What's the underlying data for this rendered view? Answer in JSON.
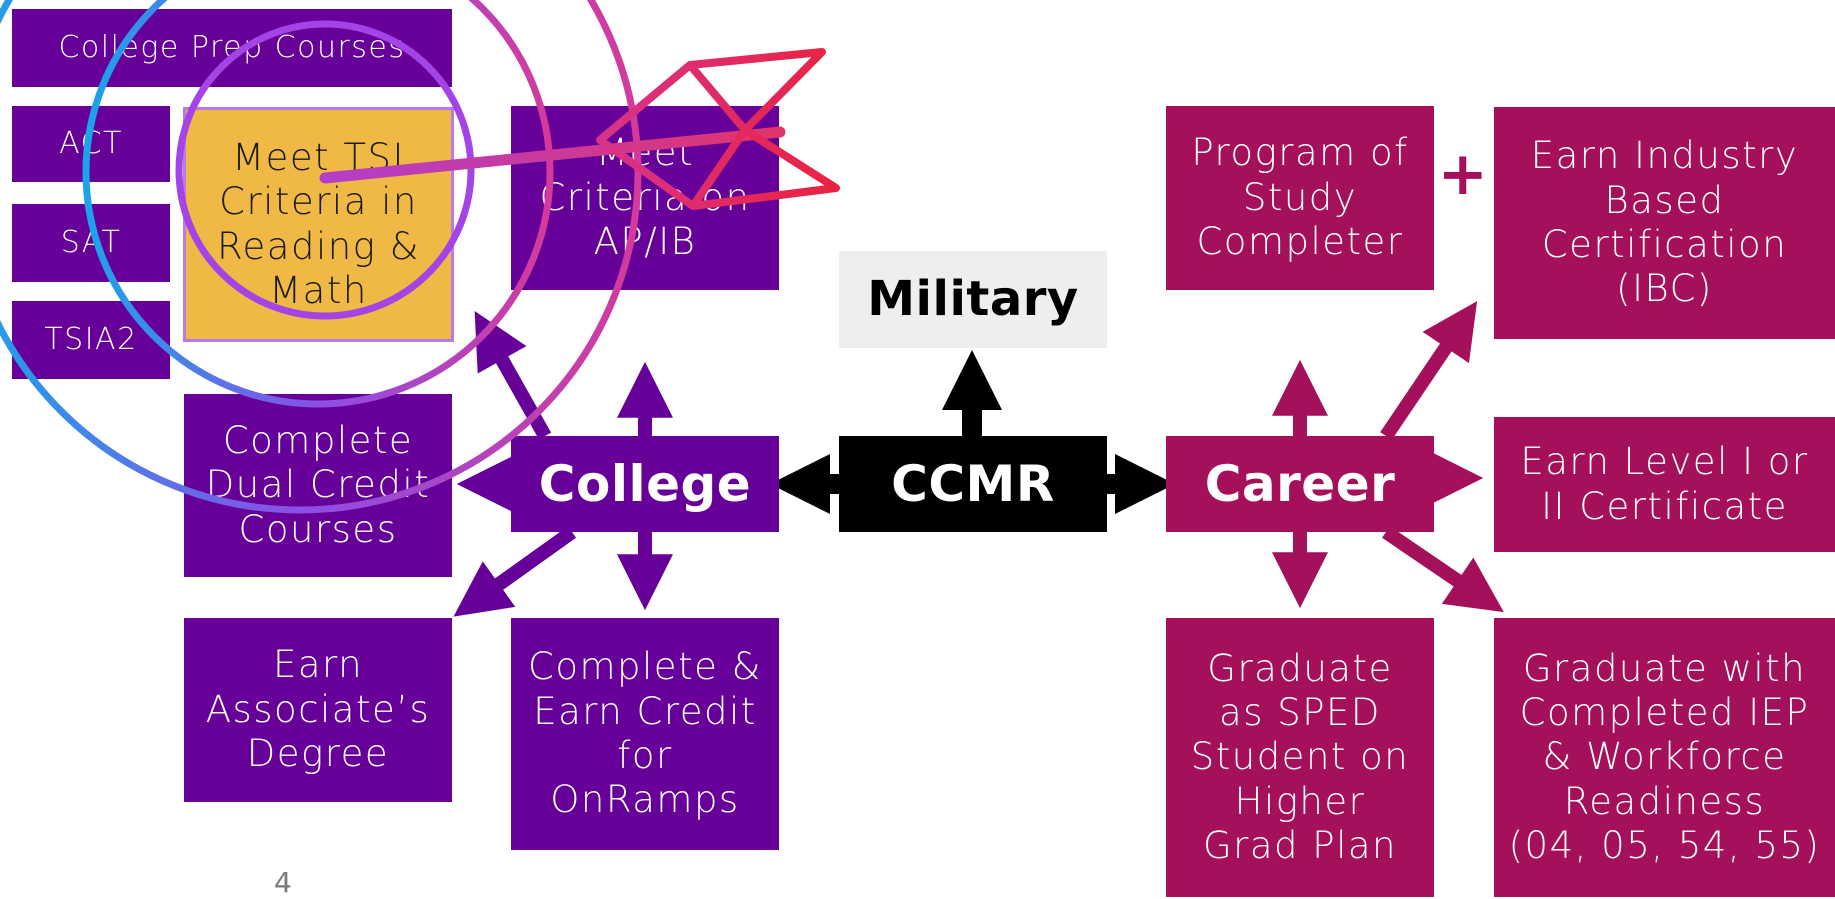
{
  "center": {
    "label": "CCMR"
  },
  "military": {
    "label": "Military"
  },
  "college": {
    "label": "College",
    "prep_courses": "College Prep Courses",
    "tests": [
      "ACT",
      "SAT",
      "TSIA2"
    ],
    "tsi": "Meet TSI\nCriteria in\nReading &\nMath",
    "ap_ib": "Meet\nCriteria on\nAP/IB",
    "dual_credit": "Complete\nDual Credit\nCourses",
    "associates": "Earn\nAssociate’s\nDegree",
    "onramps": "Complete &\nEarn Credit\nfor\nOnRamps"
  },
  "career": {
    "label": "Career",
    "program_completer": "Program of\nStudy\nCompleter",
    "plus_symbol": "+",
    "ibc": "Earn Industry\nBased\nCertification\n(IBC)",
    "level_cert": "Earn Level I or\nII Certificate",
    "sped": "Graduate\nas SPED\nStudent on\nHigher\nGrad Plan",
    "iep": "Graduate with\nCompleted IEP\n& Workforce\nReadiness\n(04, 05, 54, 55)"
  },
  "footer": {
    "page_number": "4"
  },
  "colors": {
    "college_purple": "#660099",
    "career_magenta": "#A5105A",
    "tsi_gold": "#F0B845",
    "ccmr_black": "#000000",
    "military_gray": "#EEEEEE"
  }
}
